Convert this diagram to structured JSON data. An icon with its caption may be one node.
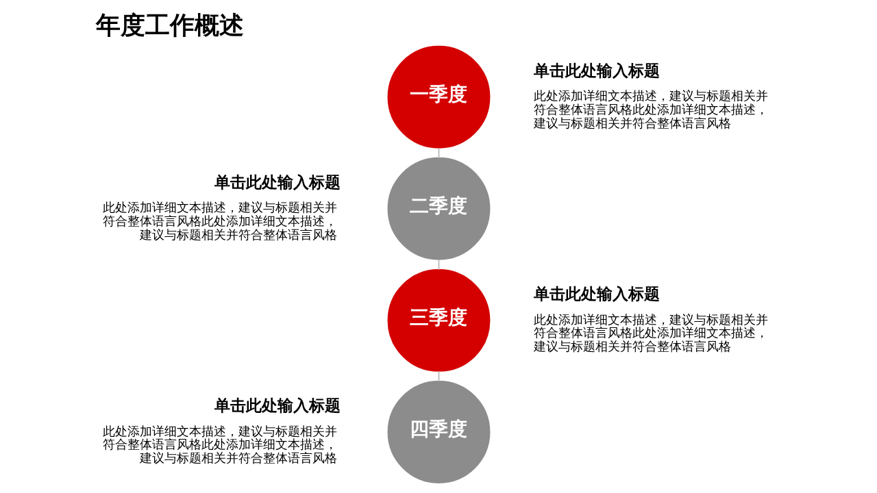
{
  "diagram": {
    "title": "年度工作概述",
    "nodes": [
      {
        "text": [
          "一季度"
        ],
        "beside": [
          "单击此处输入标题",
          "此处添加详细文本描述，建议与标题相关并符合整体语言风格此处添加详细文本描述，建议与标题相关并符合整体语言风格"
        ]
      },
      {
        "text": [
          "二季度"
        ],
        "beside": [
          "单击此处输入标题",
          "此处添加详细文本描述，建议与标题相关并符合整体语言风格此处添加详细文本描述，建议与标题相关并符合整体语言风格"
        ]
      },
      {
        "text": [
          "三季度"
        ],
        "beside": [
          "单击此处输入标题",
          "此处添加详细文本描述，建议与标题相关并符合整体语言风格此处添加详细文本描述，建议与标题相关并符合整体语言风格"
        ]
      },
      {
        "text": [
          "四季度"
        ],
        "beside": [
          "单击此处输入标题",
          "此处添加详细文本描述，建议与标题相关并符合整体语言风格此处添加详细文本描述，建议与标题相关并符合整体语言风格"
        ]
      }
    ],
    "edges": [
      {
        "from": 0,
        "to": 1,
        "arrow": "none"
      },
      {
        "from": 1,
        "to": 2,
        "arrow": "none"
      },
      {
        "from": 2,
        "to": 3,
        "arrow": "none"
      }
    ]
  }
}
